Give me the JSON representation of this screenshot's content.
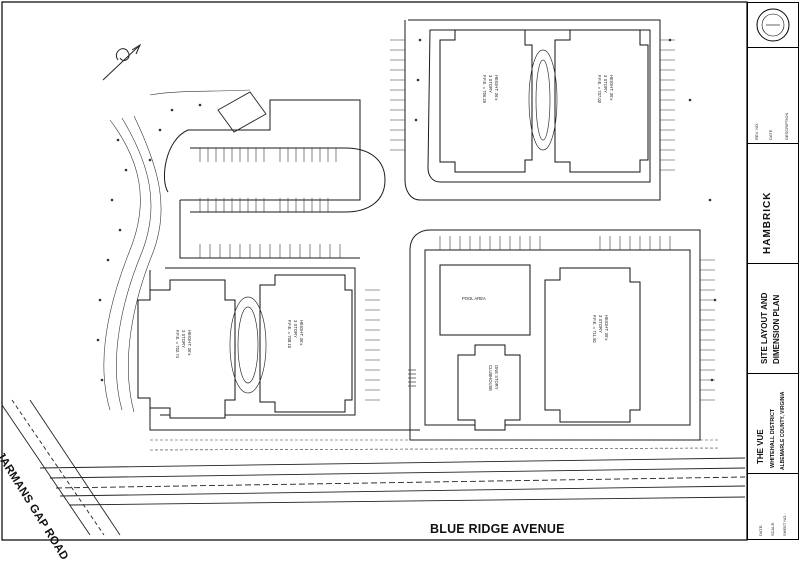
{
  "roads": {
    "blue_ridge": "BLUE RIDGE AVENUE",
    "jarmans_gap": "JARMANS GAP ROAD"
  },
  "title_block": {
    "project": "THE VUE",
    "district": "WHITEHALL DISTRICT",
    "county": "ALBEMARLE COUNTY, VIRGINIA",
    "sheet_title_line1": "SITE LAYOUT AND",
    "sheet_title_line2": "DIMENSION PLAN",
    "firm": "HAMBRICK",
    "rev_header": "REV. NO.",
    "date_header": "DATE",
    "description_header": "DESCRIPTION",
    "date_label": "DATE:",
    "scale_label": "SCALE:",
    "sheet_label": "SHEET NO.:"
  },
  "colors": {
    "ink": "#1a1a1a",
    "paper": "#ffffff",
    "hatch": "#444444"
  },
  "icons": {
    "north_arrow": "north-arrow-icon",
    "seal": "engineer-seal-icon"
  }
}
